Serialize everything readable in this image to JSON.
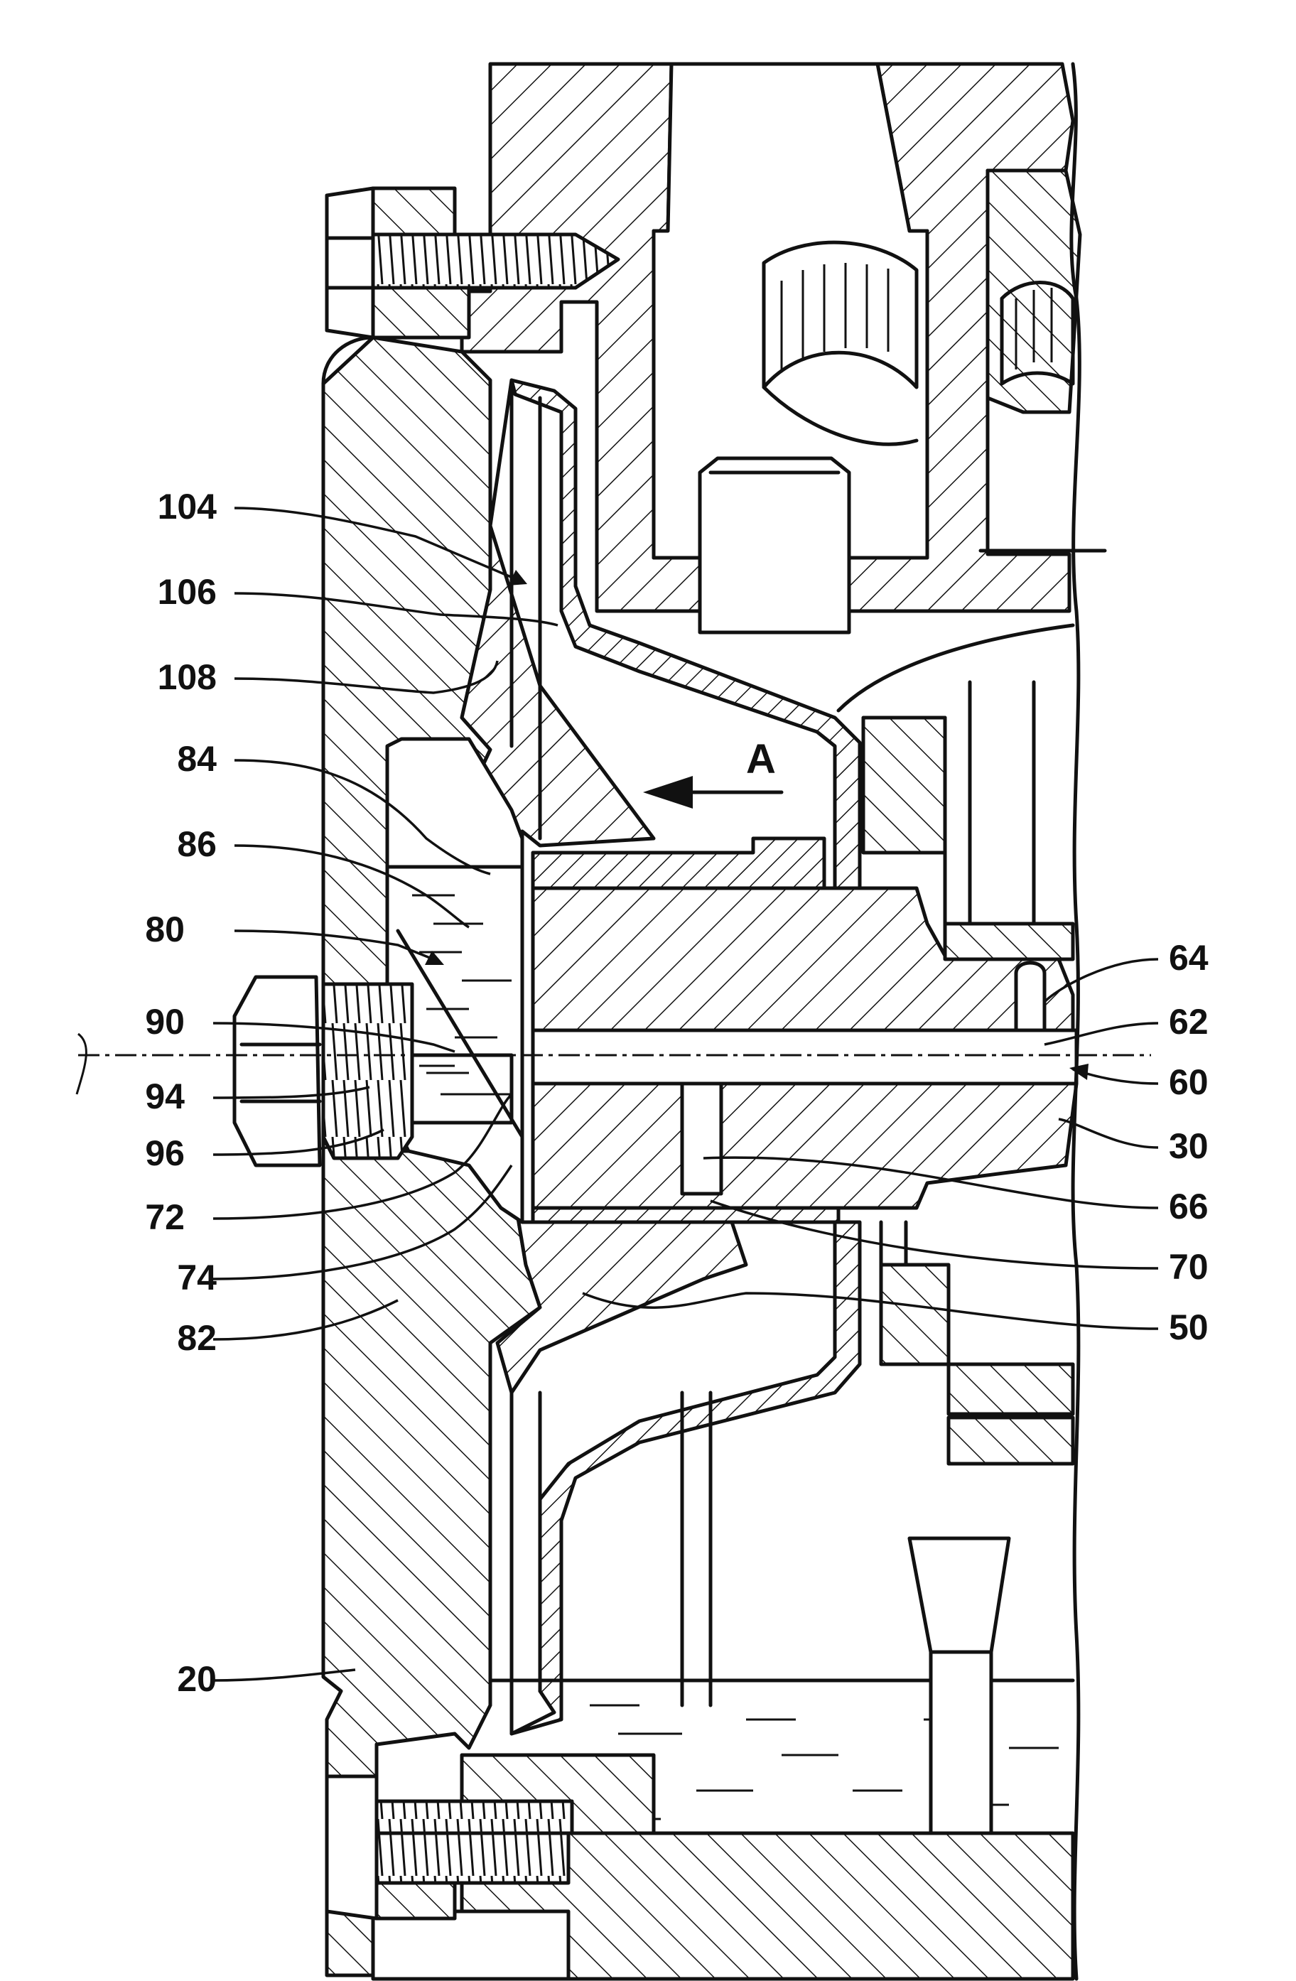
{
  "figure": {
    "arrow_label": "A",
    "labels": {
      "l104": "104",
      "l106": "106",
      "l108": "108",
      "l84": "84",
      "l86": "86",
      "l80": "80",
      "l90": "90",
      "l94": "94",
      "l96": "96",
      "l72": "72",
      "l74": "74",
      "l82": "82",
      "l20": "20",
      "l64": "64",
      "l62": "62",
      "l60": "60",
      "l30": "30",
      "l66": "66",
      "l70": "70",
      "l50": "50"
    }
  }
}
